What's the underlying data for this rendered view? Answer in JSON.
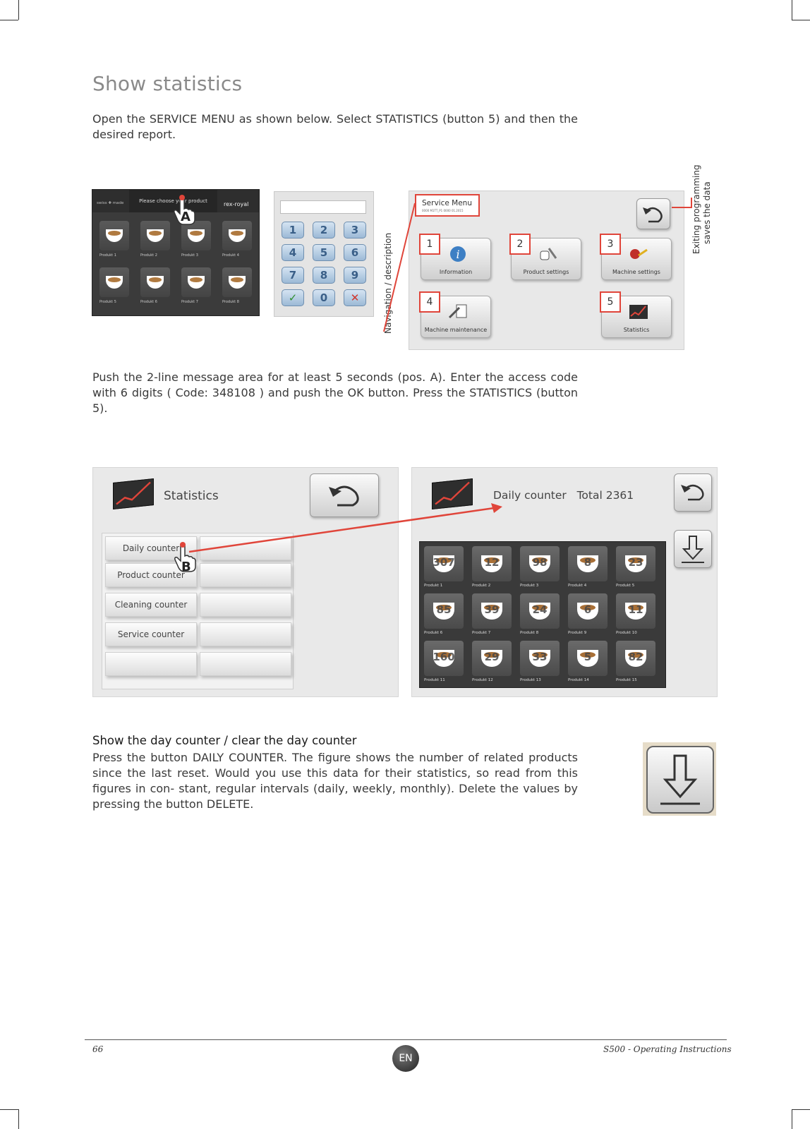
{
  "heading": "Show statistics",
  "intro": "Open the SERVICE MENU as shown below. Select STATISTICS (button 5) and then the desired report.",
  "product_screen": {
    "message": "Please choose your product",
    "swiss": "swiss ✚ made",
    "brand": "rex-royal",
    "labels": [
      "Produkt 1",
      "Produkt 2",
      "Produkt 3",
      "Produkt 4",
      "Produkt 5",
      "Produkt 6",
      "Produkt 7",
      "Produkt 8"
    ],
    "marker": "A"
  },
  "keypad": {
    "keys": [
      "1",
      "2",
      "3",
      "4",
      "5",
      "6",
      "7",
      "8",
      "9",
      "✓",
      "0",
      "✕"
    ]
  },
  "service_menu": {
    "title": "Service Menu",
    "subtitle": "0000 M1TT_P1 0000 01.2015",
    "buttons": [
      {
        "num": "1",
        "label": "Information"
      },
      {
        "num": "2",
        "label": "Product settings"
      },
      {
        "num": "3",
        "label": "Machine settings"
      },
      {
        "num": "4",
        "label": "Machine maintenance"
      },
      {
        "num": "5",
        "label": "Statistics"
      }
    ],
    "nav_note": "Navigation / description",
    "exit_note_1": "Exiting programming",
    "exit_note_2": "saves the data"
  },
  "push_text": "Push the 2-line message area for at least 5 seconds (pos. A). Enter the access code with 6 digits ( Code: 348108 ) and push the OK button. Press the STATISTICS (button 5).",
  "statistics_screen": {
    "title": "Statistics",
    "items": [
      "Daily counter",
      "Product counter",
      "Cleaning counter",
      "Service counter"
    ],
    "marker": "B"
  },
  "daily_screen": {
    "title": "Daily counter",
    "total": "Total 2361",
    "counts": [
      {
        "value": "307",
        "label": "Produkt 1"
      },
      {
        "value": "12",
        "label": "Produkt 2"
      },
      {
        "value": "98",
        "label": "Produkt 3"
      },
      {
        "value": "8",
        "label": "Produkt 4"
      },
      {
        "value": "23",
        "label": "Produkt 5"
      },
      {
        "value": "85",
        "label": "Produkt 6"
      },
      {
        "value": "39",
        "label": "Produkt 7"
      },
      {
        "value": "24",
        "label": "Produkt 8"
      },
      {
        "value": "6",
        "label": "Produkt 9"
      },
      {
        "value": "11",
        "label": "Produkt 10"
      },
      {
        "value": "160",
        "label": "Produkt 11"
      },
      {
        "value": "29",
        "label": "Produkt 12"
      },
      {
        "value": "33",
        "label": "Produkt 13"
      },
      {
        "value": "5",
        "label": "Produkt 14"
      },
      {
        "value": "82",
        "label": "Produkt 15"
      }
    ]
  },
  "subheading": "Show the day counter / clear the day counter",
  "body": "Press the button DAILY COUNTER. The figure shows the number of related products since the last reset. Would you use this data for their statistics, so read from this figures in con- stant, regular intervals (daily, weekly, monthly). Delete the values by pressing the button DELETE.",
  "footer": {
    "page": "66",
    "lang": "EN",
    "manual": "S500 - Operating Instructions"
  },
  "colors": {
    "accent_red": "#e0453a",
    "heading_gray": "#8a8a8a"
  }
}
